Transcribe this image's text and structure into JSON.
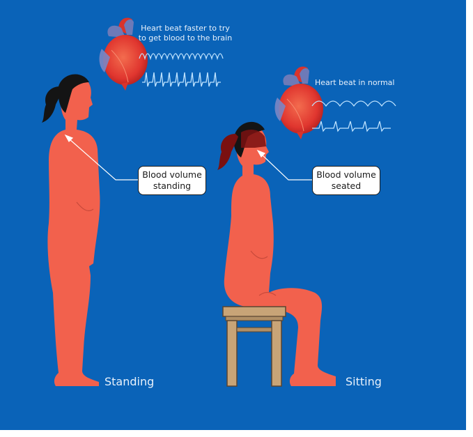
{
  "colors": {
    "background": "#0a63b8",
    "body": "#f2614d",
    "hair": "#141414",
    "blood_dark": "#7a1010",
    "ecg_line": "#bfe3ff",
    "chair": "#c8a477",
    "heart": "#e53b32"
  },
  "captions": {
    "standing_heart": "Heart beat faster to try to get blood to the brain",
    "sitting_heart": "Heart beat in normal"
  },
  "callouts": {
    "standing": "Blood volume standing",
    "seated": "Blood volume seated"
  },
  "labels": {
    "standing": "Standing",
    "sitting": "Sitting"
  },
  "icons": [
    "heart-icon",
    "ecg-waveform-icon",
    "chair-icon"
  ]
}
